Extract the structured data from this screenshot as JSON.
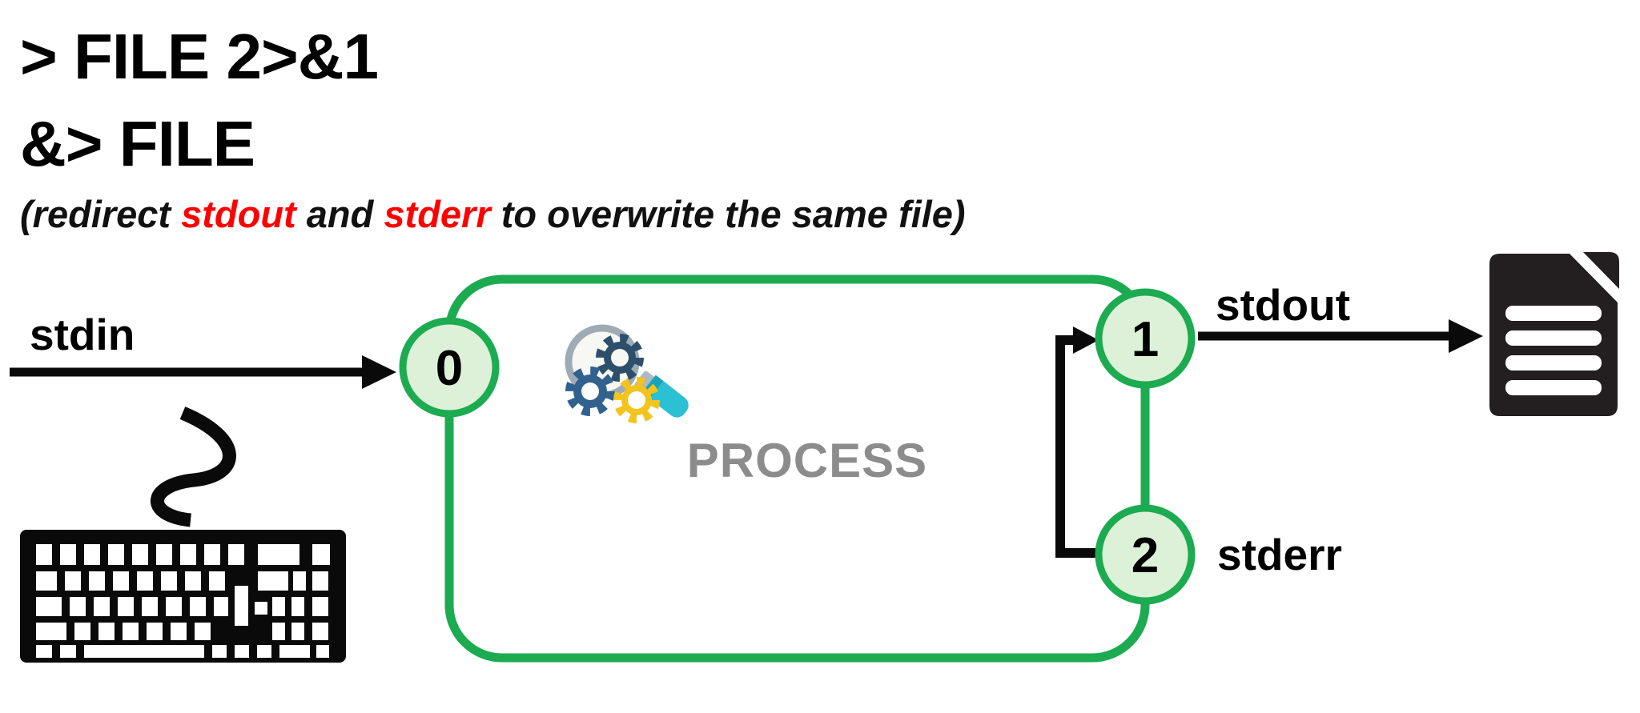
{
  "header": {
    "title_line1": "> FILE 2>&1",
    "title_line2": "&> FILE",
    "subtitle_parts": [
      {
        "text": "(redirect ",
        "color": "#111111"
      },
      {
        "text": "stdout",
        "color": "#ff0000"
      },
      {
        "text": " and ",
        "color": "#111111"
      },
      {
        "text": "stderr",
        "color": "#ff0000"
      },
      {
        "text": " to overwrite the same file)",
        "color": "#111111"
      }
    ]
  },
  "diagram": {
    "process_label": "PROCESS",
    "labels": {
      "stdin": "stdin",
      "stdout": "stdout",
      "stderr": "stderr"
    },
    "file_descriptors": {
      "stdin_fd": "0",
      "stdout_fd": "1",
      "stderr_fd": "2"
    },
    "icons": {
      "input_device": "keyboard-icon",
      "process_icon": "gears-magnifier-icon",
      "output_target": "file-document-icon"
    }
  },
  "colors": {
    "green_border": "#1cab50",
    "fd_circle_fill": "#ddf1d8",
    "process_gray": "#8c8c8c",
    "highlight_red": "#ff0000",
    "ink_black": "#0a0a0a",
    "gear_navy": "#2e4f6b",
    "gear_steel_blue": "#31618f",
    "gear_yellow": "#f2c41d",
    "magnifier_teal": "#2bc0d4",
    "magnifier_rim_gray": "#9fabb4"
  }
}
